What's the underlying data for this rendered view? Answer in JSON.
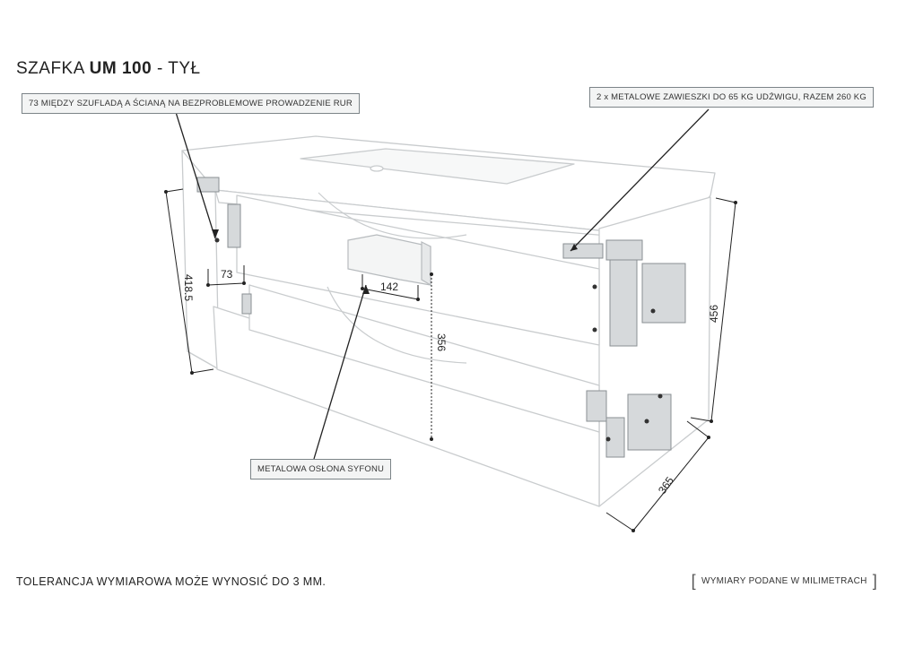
{
  "header": {
    "title_prefix": "SZAFKA ",
    "title_model": "UM 100",
    "title_suffix": " - TYŁ"
  },
  "callouts": {
    "gap": "73 MIĘDZY SZUFLADĄ A ŚCIANĄ NA BEZPROBLEMOWE PROWADZENIE RUR",
    "hangers": "2 x METALOWE ZAWIESZKI DO 65 KG UDŹWIGU, RAZEM 260 KG",
    "siphon": "METALOWA OSŁONA SYFONU"
  },
  "dimensions": {
    "gap_width": "73",
    "cover_width": "142",
    "left_height": "418.5",
    "cover_height": "356",
    "right_height": "456",
    "depth": "365"
  },
  "footer": {
    "tolerance": "TOLERANCJA WYMIAROWA MOŻE WYNOSIĆ DO 3 MM.",
    "units_note": "WYMIARY PODANE W MILIMETRACH"
  },
  "colors": {
    "cabinet_outline": "#c9ccce",
    "dimension_line": "#222222",
    "hardware": "#8a8f93",
    "callout_bg": "#f3f4f4"
  }
}
